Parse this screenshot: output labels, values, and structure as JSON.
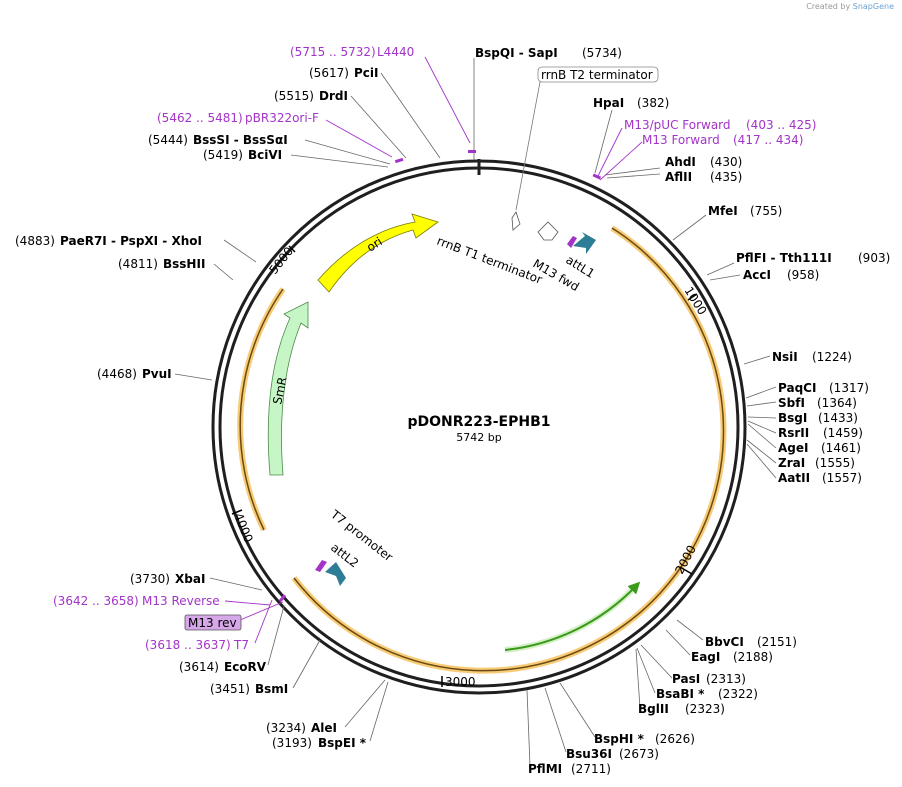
{
  "credit": {
    "prefix": "Created by",
    "brand": "SnapGene"
  },
  "plasmid": {
    "name": "pDONR223-EPHB1",
    "size": "5742 bp"
  },
  "ticks": [
    "1000",
    "2000",
    "3000",
    "4000",
    "5000"
  ],
  "enzymes": [
    {
      "name": "BspQI  -  SapI",
      "pos": "(5734)"
    },
    {
      "name": "HpaI",
      "pos": "(382)"
    },
    {
      "name": "AhdI",
      "pos": "(430)"
    },
    {
      "name": "AflII",
      "pos": "(435)"
    },
    {
      "name": "MfeI",
      "pos": "(755)"
    },
    {
      "name": "PflFI  -  Tth111I",
      "pos": "(903)"
    },
    {
      "name": "AccI",
      "pos": "(958)"
    },
    {
      "name": "NsiI",
      "pos": "(1224)"
    },
    {
      "name": "PaqCI",
      "pos": "(1317)"
    },
    {
      "name": "SbfI",
      "pos": "(1364)"
    },
    {
      "name": "BsgI",
      "pos": "(1433)"
    },
    {
      "name": "RsrII",
      "pos": "(1459)"
    },
    {
      "name": "AgeI",
      "pos": "(1461)"
    },
    {
      "name": "ZraI",
      "pos": "(1555)"
    },
    {
      "name": "AatII",
      "pos": "(1557)"
    },
    {
      "name": "BbvCI",
      "pos": "(2151)"
    },
    {
      "name": "EagI",
      "pos": "(2188)"
    },
    {
      "name": "PasI",
      "pos": "(2313)"
    },
    {
      "name": "BsaBI *",
      "pos": "(2322)"
    },
    {
      "name": "BglII",
      "pos": "(2323)"
    },
    {
      "name": "BspHI *",
      "pos": "(2626)"
    },
    {
      "name": "Bsu36I",
      "pos": "(2673)"
    },
    {
      "name": "PflMI",
      "pos": "(2711)"
    },
    {
      "name": "AleI",
      "pos": "(3234)"
    },
    {
      "name": "BspEI *",
      "pos": "(3193)"
    },
    {
      "name": "BsmI",
      "pos": "(3451)"
    },
    {
      "name": "EcoRV",
      "pos": "(3614)"
    },
    {
      "name": "XbaI",
      "pos": "(3730)"
    },
    {
      "name": "PvuI",
      "pos": "(4468)"
    },
    {
      "name": "BssHII",
      "pos": "(4811)"
    },
    {
      "name": "PaeR7I  -  PspXI  -  XhoI",
      "pos": "(4883)"
    },
    {
      "name": "BciVI",
      "pos": "(5419)"
    },
    {
      "name": "BssSI  -  BssSαI",
      "pos": "(5444)"
    },
    {
      "name": "DrdI",
      "pos": "(5515)"
    },
    {
      "name": "PciI",
      "pos": "(5617)"
    }
  ],
  "primers": [
    {
      "name": "L4440",
      "range": "(5715 .. 5732)"
    },
    {
      "name": "pBR322ori-F",
      "range": "(5462 .. 5481)"
    },
    {
      "name": "M13/pUC Forward",
      "range": "(403 .. 425)"
    },
    {
      "name": "M13 Forward",
      "range": "(417 .. 434)"
    },
    {
      "name": "M13 Reverse",
      "range": "(3642 .. 3658)"
    },
    {
      "name": "T7",
      "range": "(3618 .. 3637)"
    }
  ],
  "features": {
    "rrnB_T2": "rrnB T2 terminator",
    "rrnB_T1": "rrnB T1 terminator",
    "M13_fwd": "M13 fwd",
    "attL1": "attL1",
    "ori": "ori",
    "SmR": "SmR",
    "T7_promoter": "T7 promoter",
    "attL2": "attL2",
    "M13_rev": "M13 rev"
  },
  "colors": {
    "backbone": "#1f1f1f",
    "insert_track": "#f5b94a",
    "ori": "#ffff00",
    "smr": "#c6f5c6",
    "att": "#2e7d96",
    "primer": "#a334c8",
    "primer_box": "#d6a8ea",
    "orf": "#3a9a1a"
  }
}
